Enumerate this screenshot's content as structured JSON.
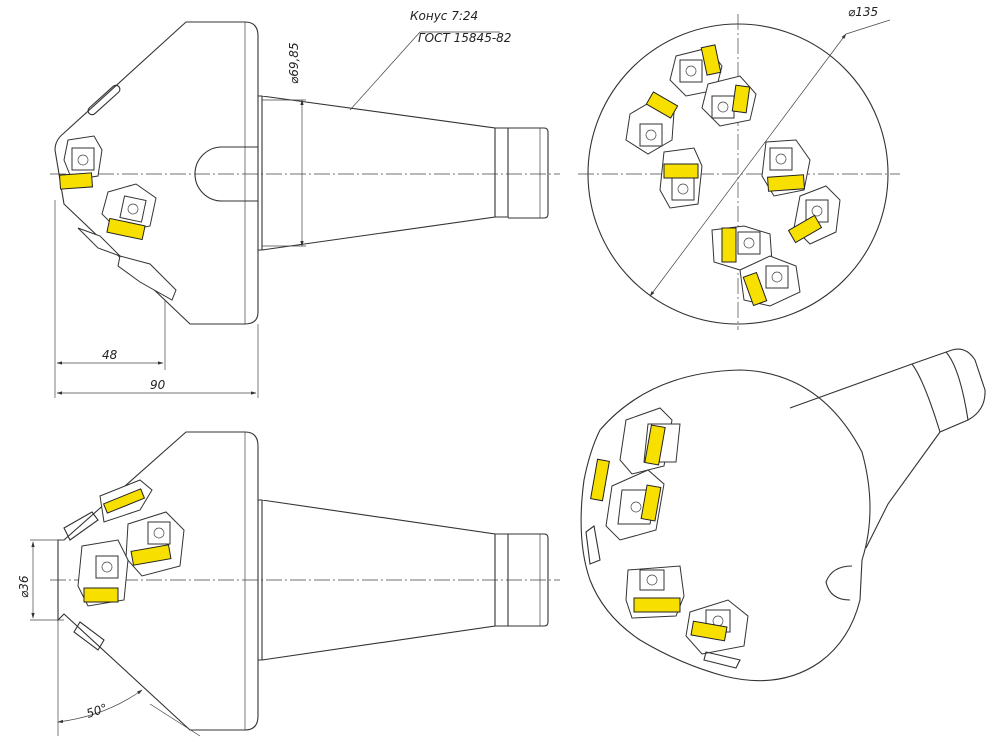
{
  "annotations": {
    "taper_label": "Конус 7:24",
    "gost_label": "ГОСТ 15845-82",
    "taper_diameter": "⌀69,85",
    "body_diameter": "⌀135",
    "length_48": "48",
    "length_90": "90",
    "tip_diameter": "⌀36",
    "angle": "50°"
  },
  "colors": {
    "insert_pad": "#f7e000",
    "line": "#333333"
  }
}
